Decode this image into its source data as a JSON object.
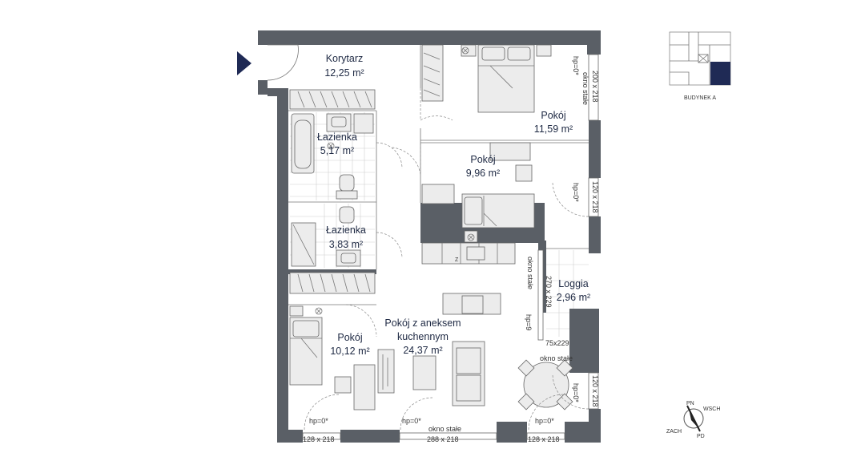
{
  "rooms": [
    {
      "name": "Korytarz",
      "area": "12,25 m²"
    },
    {
      "name": "Pokój",
      "area": "11,59 m²"
    },
    {
      "name": "Łazienka",
      "area": "5,17 m²"
    },
    {
      "name": "Pokój",
      "area": "9,96 m²"
    },
    {
      "name": "Łazienka",
      "area": "3,83 m²"
    },
    {
      "name": "Loggia",
      "area": "2,96 m²"
    },
    {
      "name": "Pokój",
      "area": "10,12 m²"
    },
    {
      "name": "Pokój z aneksem",
      "name2": "kuchennym",
      "area": "24,37 m²"
    }
  ],
  "window_labels": {
    "w1_size": "200 x 218",
    "w1_type": "okno stałe",
    "w1_hp": "hp=0*",
    "w2_size": "120 x 218",
    "w2_hp": "hp=0*",
    "w3_size": "270 x 229",
    "w3_type": "okno stałe",
    "w3_hp": "hp=9",
    "w4_size": "75x229",
    "w4_type": "okno stałe",
    "w5_size": "120 x 218",
    "w5_hp": "hp=0*",
    "b1_size": "128 x 218",
    "b1_hp": "hp=0*",
    "b2_size": "288 x 218",
    "b2_type": "okno stałe",
    "b2_hp": "hp=0*",
    "b3_size": "128 x 218",
    "b3_hp": "hp=0*"
  },
  "fridge_mark": "Z",
  "key_plan": {
    "label": "BUDYNEK A",
    "highlight_color": "#1f2a55"
  },
  "compass": {
    "n": "PN",
    "e": "WSCH",
    "s": "PD",
    "w": "ZACH"
  },
  "colors": {
    "wall": "#5a5f66",
    "text": "#1f2a44",
    "accent": "#1f2a55"
  }
}
